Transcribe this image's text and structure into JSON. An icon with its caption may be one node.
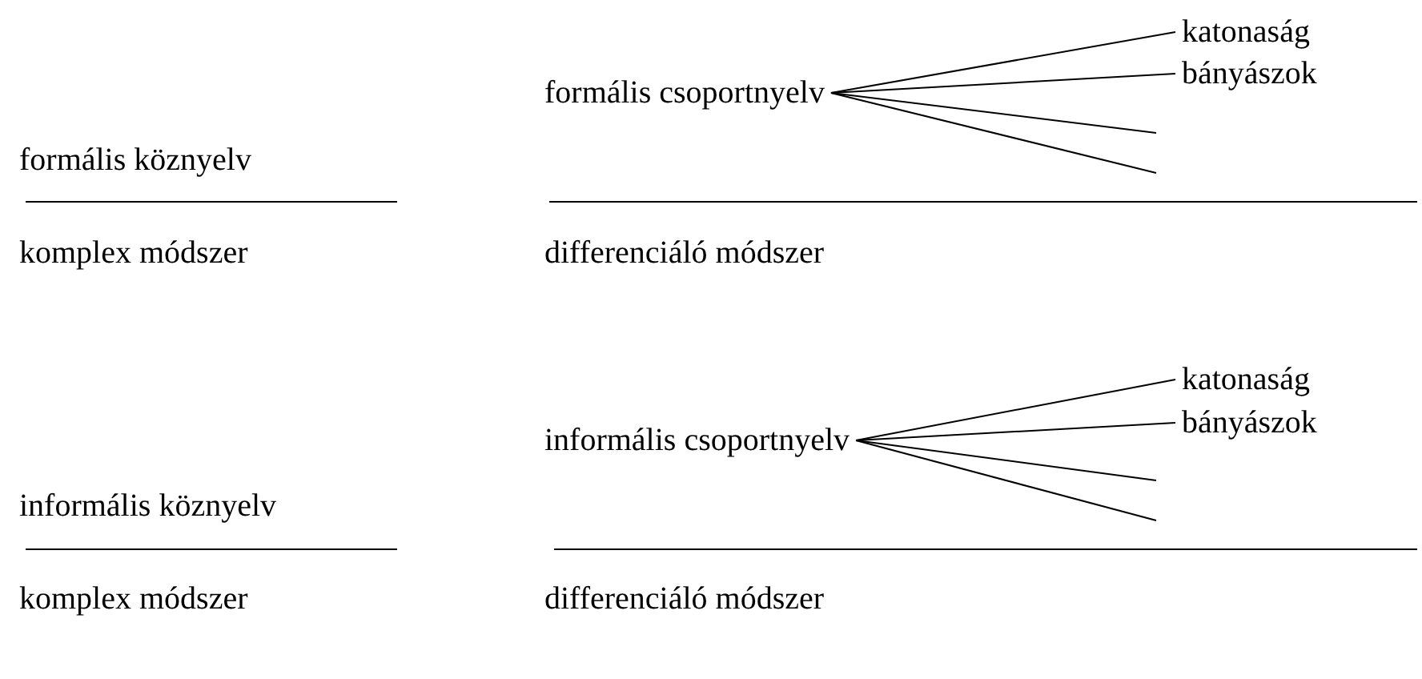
{
  "diagram": {
    "nodes": [
      {
        "text": [
          "formális csoportnyelv"
        ]
      },
      {
        "text": [
          "katonaság"
        ]
      },
      {
        "text": [
          "bányászok"
        ]
      },
      {
        "text": [
          "formális köznyelv"
        ]
      },
      {
        "text": [
          "komplex módszer"
        ]
      },
      {
        "text": [
          "differenciáló módszer"
        ]
      },
      {
        "text": [
          "informális csoportnyelv"
        ]
      },
      {
        "text": [
          "katonaság"
        ]
      },
      {
        "text": [
          "bányászok"
        ]
      },
      {
        "text": [
          "informális köznyelv"
        ]
      },
      {
        "text": [
          "komplex módszer"
        ]
      },
      {
        "text": [
          "differenciáló módszer"
        ]
      }
    ],
    "edges": [
      {
        "from": 0,
        "to": 1,
        "arrow": "none"
      },
      {
        "from": 0,
        "to": 2,
        "arrow": "none"
      },
      {
        "from": 0,
        "to": null,
        "arrow": "none"
      },
      {
        "from": 0,
        "to": null,
        "arrow": "none"
      },
      {
        "from": 6,
        "to": 7,
        "arrow": "none"
      },
      {
        "from": 6,
        "to": 8,
        "arrow": "none"
      },
      {
        "from": 6,
        "to": null,
        "arrow": "none"
      },
      {
        "from": 6,
        "to": null,
        "arrow": "none"
      }
    ]
  }
}
